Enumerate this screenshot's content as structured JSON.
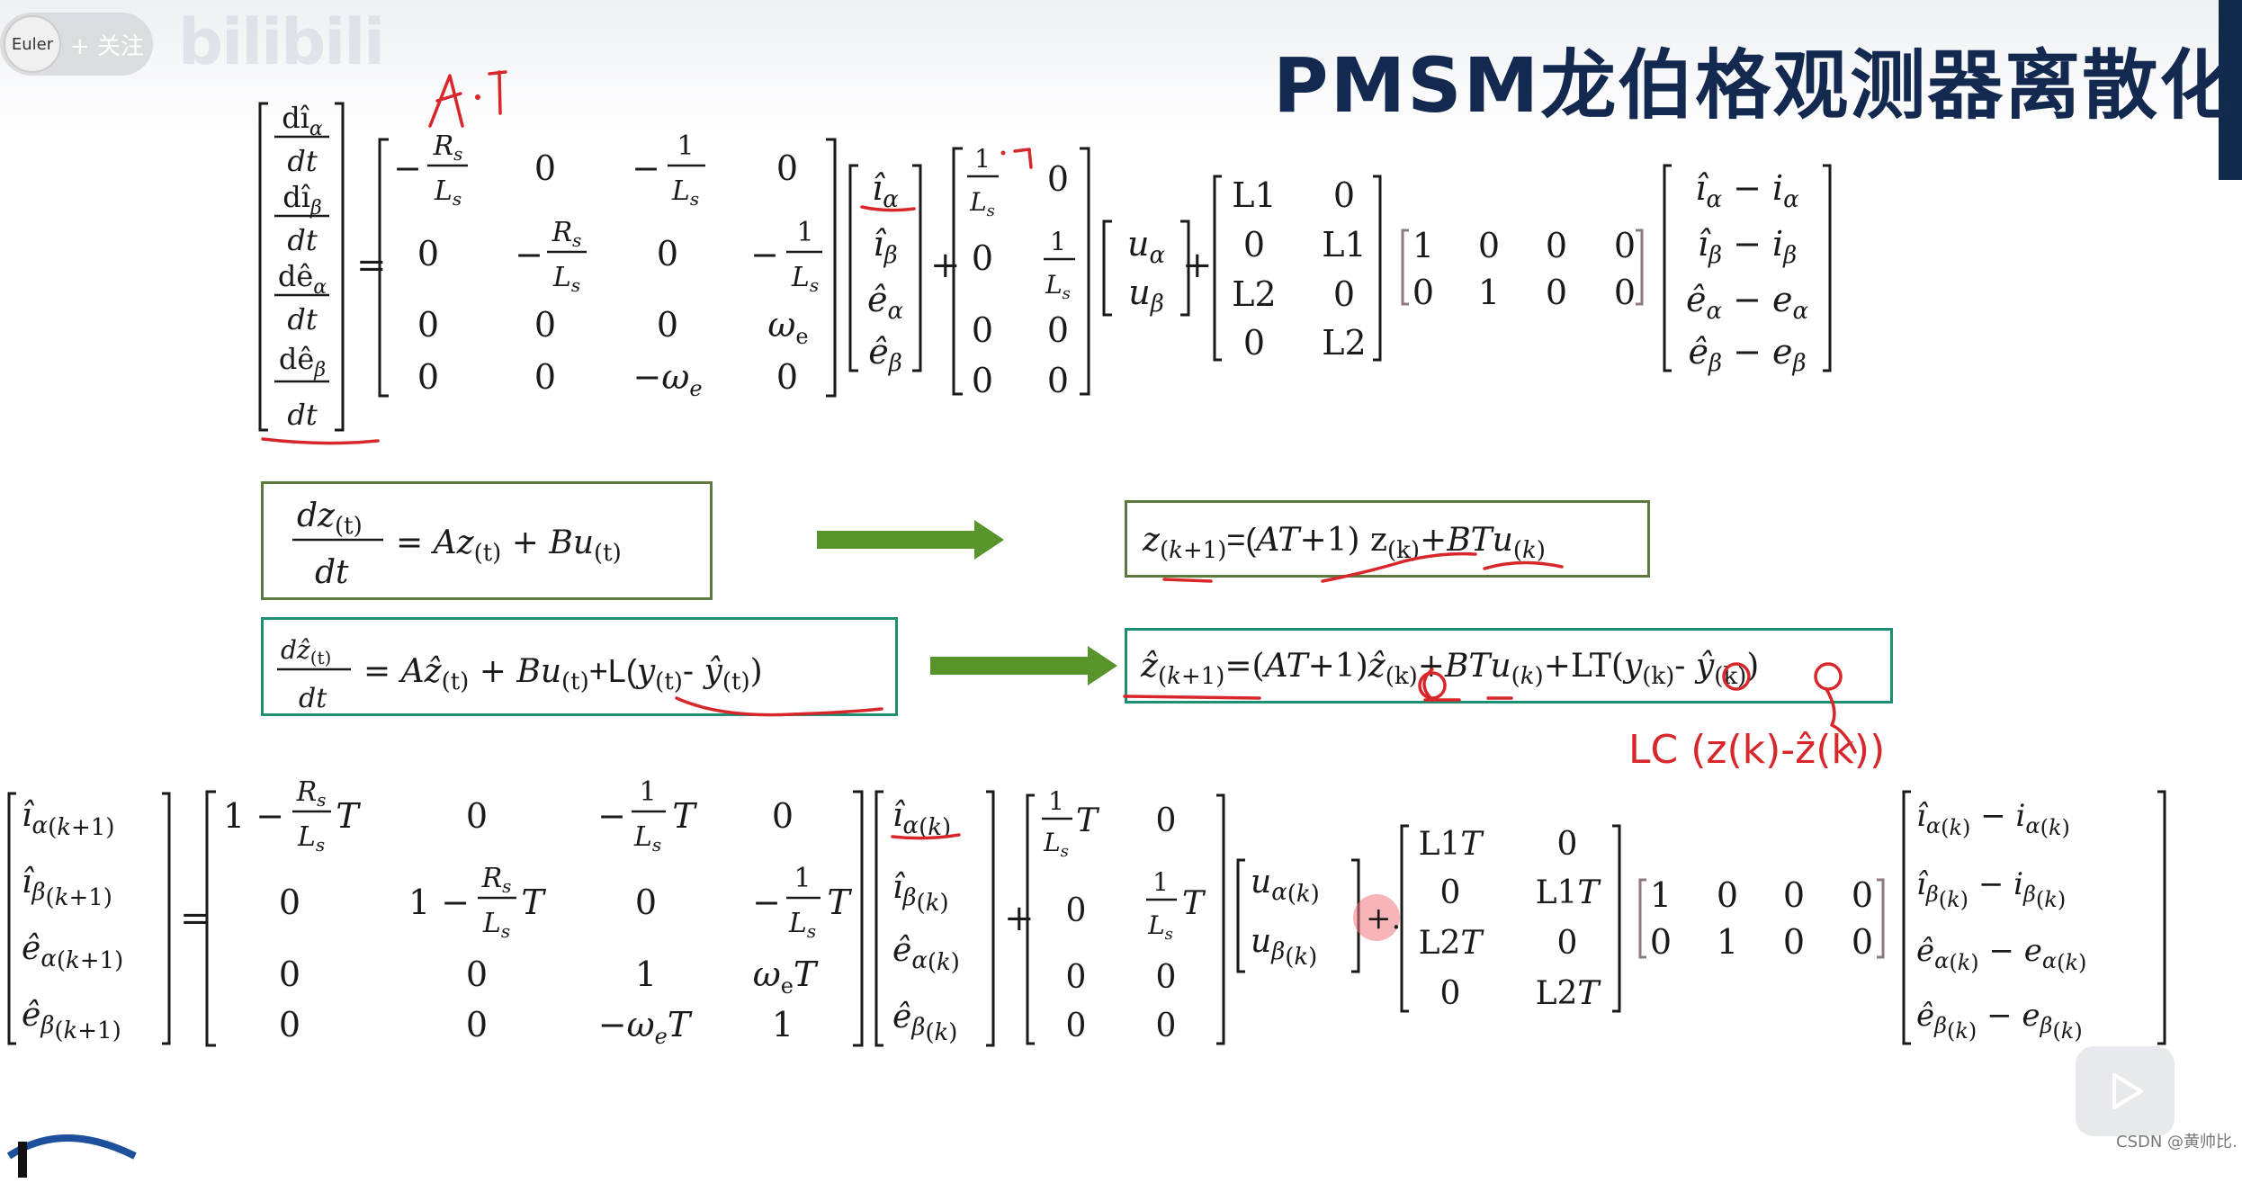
{
  "slide": {
    "title": "PMSM龙伯格观测器离散化"
  },
  "overlay": {
    "avatar_label": "Euler",
    "follow_label": "+ 关注",
    "watermark": "bilibili",
    "credit": "CSDN @黄帅比."
  },
  "equations": {
    "continuous_state": "dz(t)/dt = Az(t) + Bu(t)",
    "discrete_state": "z(k+1)=(AT+1) z(k)+BTu(k)",
    "continuous_observer": "dẑ(t)/dt = Aẑ(t) + Bu(t)+L(y(t)- ŷ(t))",
    "discrete_observer": "ẑ(k+1)=(AT+1)ẑ(k)+BTu(k)+LT(y(k)- ŷ(k))"
  },
  "annotations": {
    "handwritten_top": "A·T",
    "handwritten_bottom": "LC (z(k)-ẑ(k))"
  },
  "colors": {
    "title": "#13294f",
    "accent_bar": "#102a4c",
    "arrow": "#58932c",
    "box_olive": "#5d7a3d",
    "box_teal": "#1f8f72",
    "ink_red": "#d8272a",
    "matrix_ink": "#1a1a1a"
  },
  "icons": {
    "play": "play-icon",
    "arrow": "arrow-right-icon"
  }
}
